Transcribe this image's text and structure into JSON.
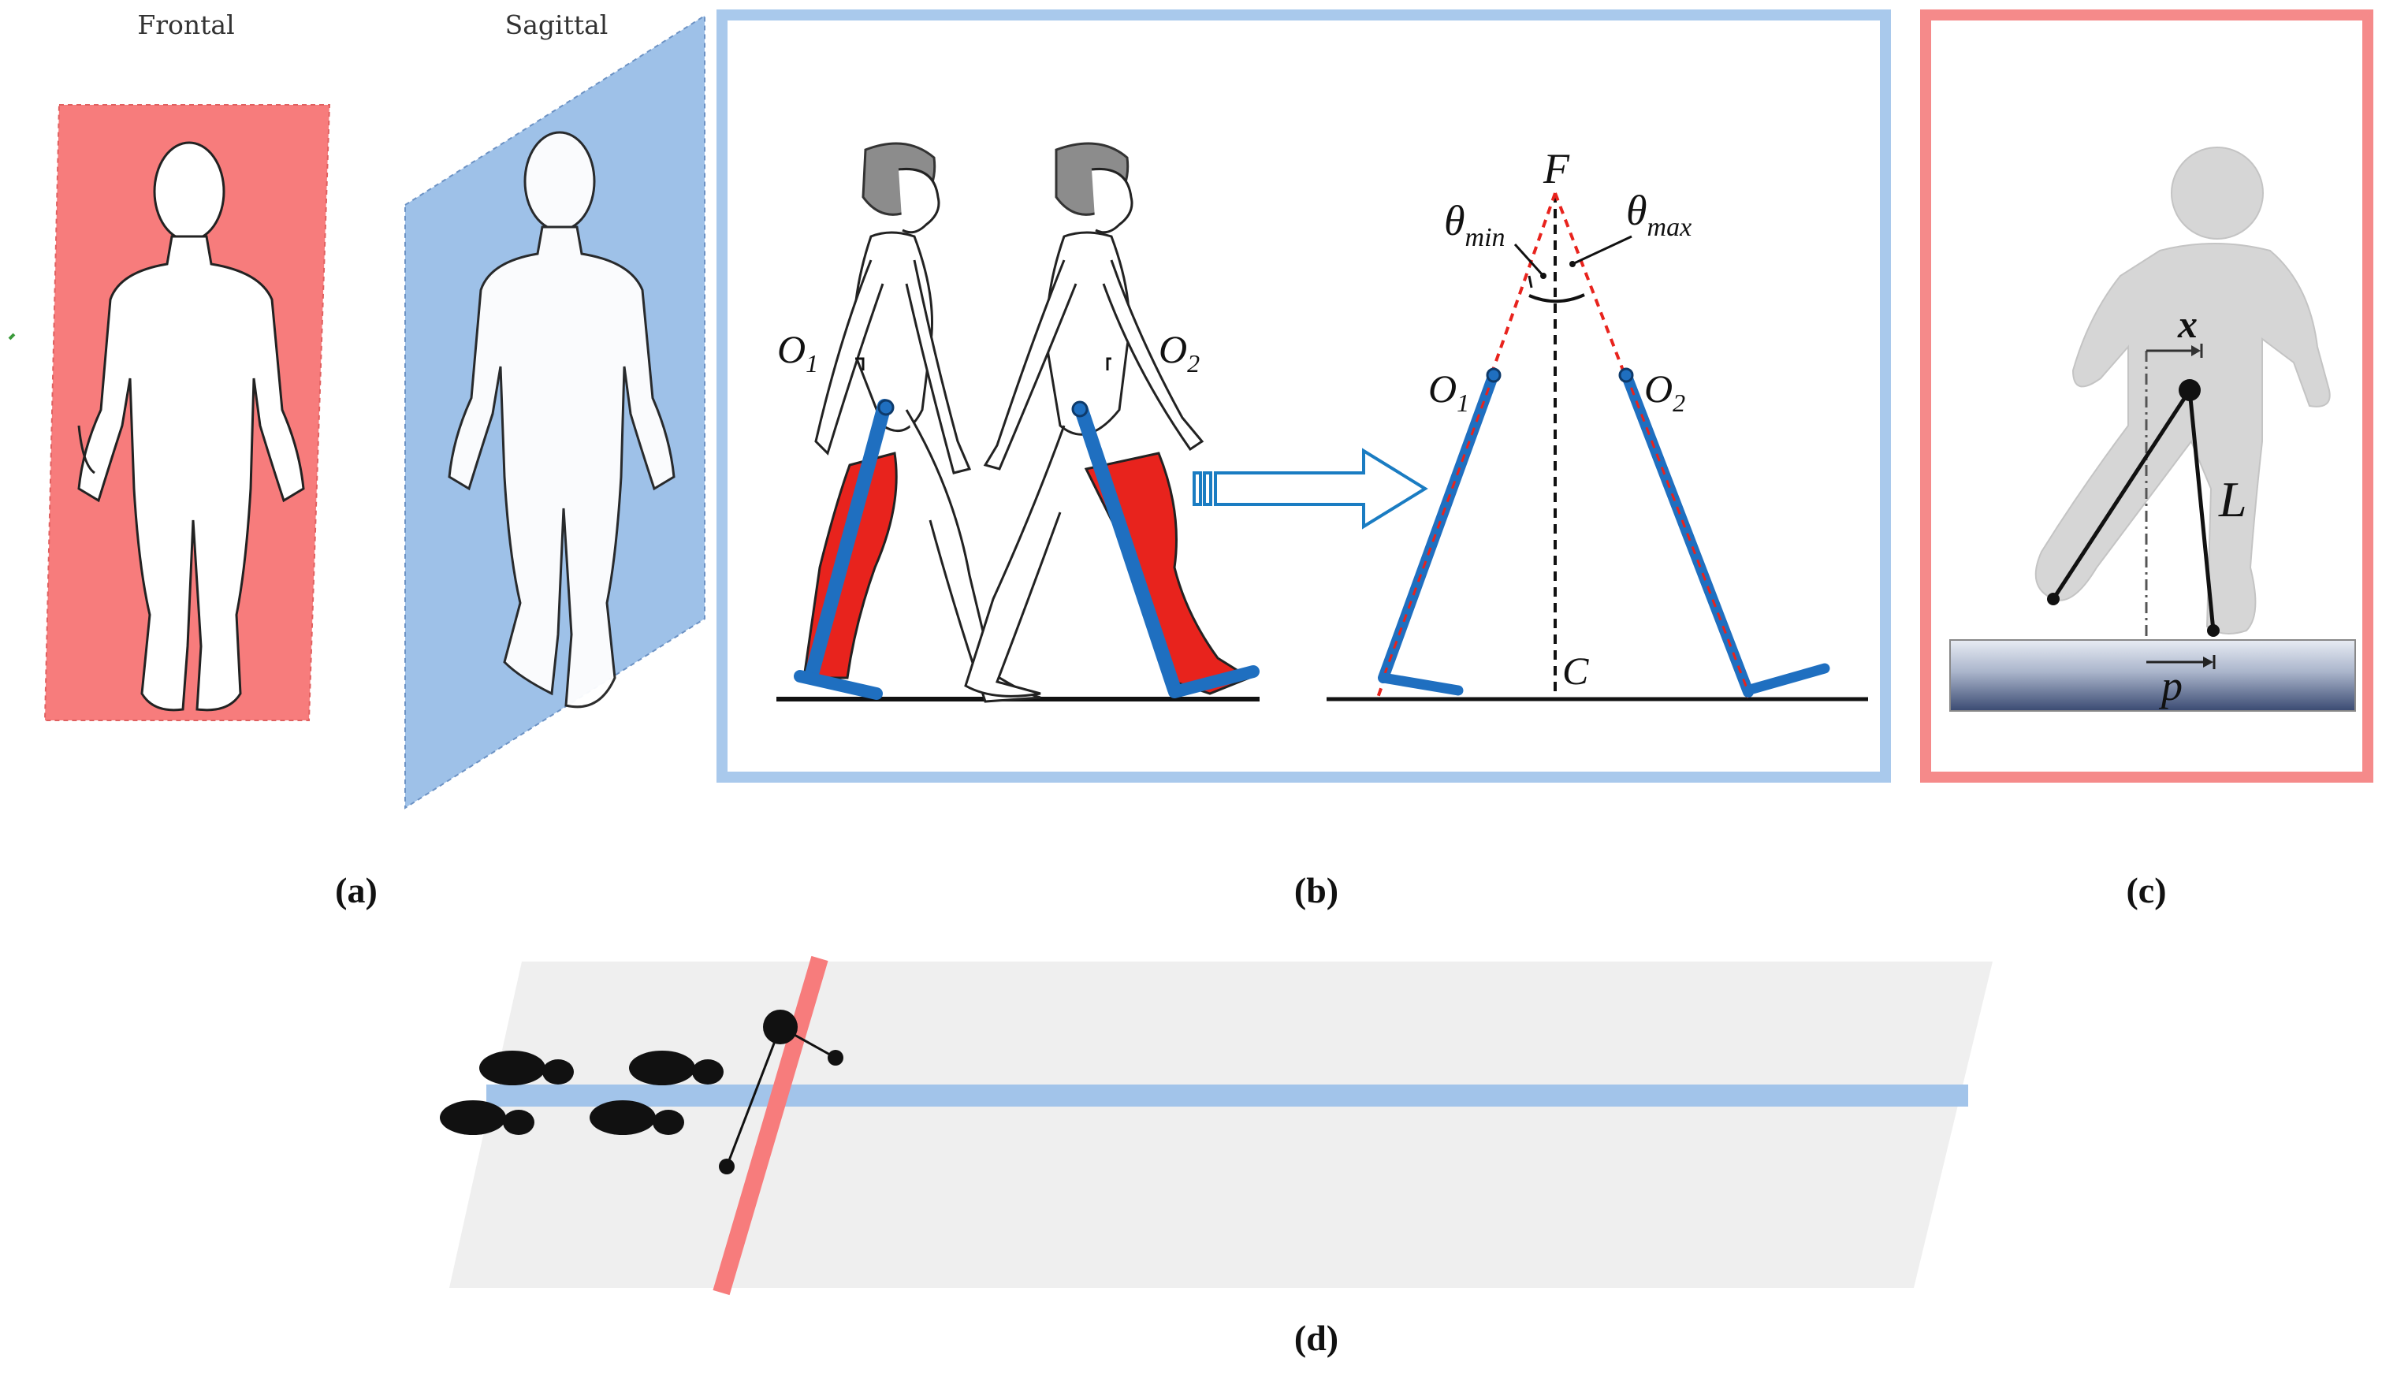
{
  "panel_a": {
    "frontal_label": "Frontal",
    "sagittal_label": "Sagittal",
    "caption": "(a)",
    "frontal_plane_color": "#f77c7c",
    "sagittal_plane_color": "#9ec1e8"
  },
  "panel_b": {
    "caption": "(b)",
    "frame_color": "#a9c9ec",
    "hip_left_label": "O",
    "hip_left_sub": "1",
    "hip_right_label": "O",
    "hip_right_sub": "2",
    "apex_label": "F",
    "center_label": "C",
    "theta_min_symbol": "θ",
    "theta_min_sub": "min",
    "theta_max_symbol": "θ",
    "theta_max_sub": "max",
    "leg_color": "#1f6fc0",
    "thigh_color": "#e8231d",
    "dashed_color": "#e8231d",
    "arrow_color": "#1a7cc2"
  },
  "panel_c": {
    "caption": "(c)",
    "frame_color": "#f58a8a",
    "offset_label": "x",
    "length_label": "L",
    "platform_label": "p"
  },
  "panel_d": {
    "caption": "(d)",
    "walkway_color": "#efefef",
    "path_color": "#a2c4ea",
    "frontal_line_color": "#f77c7c"
  }
}
